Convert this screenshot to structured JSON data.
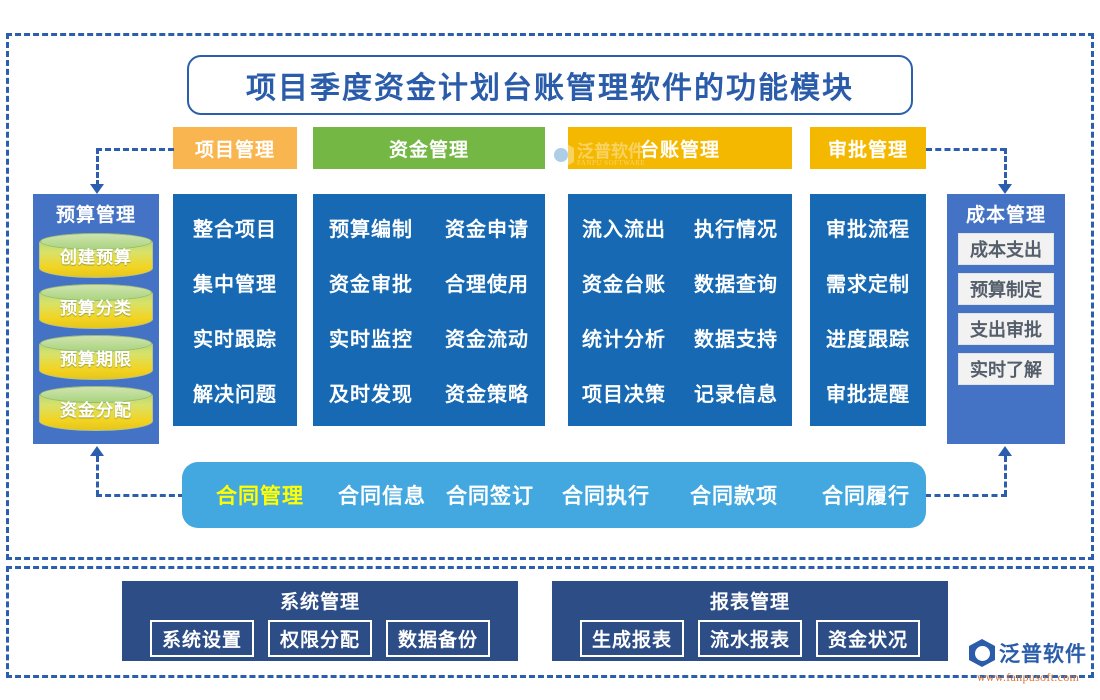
{
  "title": "项目季度资金计划台账管理软件的功能模块",
  "headers": [
    {
      "label": "项目管理",
      "color": "#f9b550"
    },
    {
      "label": "资金管理",
      "color": "#74b744"
    },
    {
      "label": "台账管理",
      "color": "#f5b800"
    },
    {
      "label": "审批管理",
      "color": "#f5b800"
    }
  ],
  "columns": [
    {
      "name": "项目管理",
      "rows": [
        [
          "整合项目"
        ],
        [
          "集中管理"
        ],
        [
          "实时跟踪"
        ],
        [
          "解决问题"
        ]
      ]
    },
    {
      "name": "资金管理",
      "rows": [
        [
          "预算编制",
          "资金申请"
        ],
        [
          "资金审批",
          "合理使用"
        ],
        [
          "实时监控",
          "资金流动"
        ],
        [
          "及时发现",
          "资金策略"
        ]
      ]
    },
    {
      "name": "台账管理",
      "rows": [
        [
          "流入流出",
          "执行情况"
        ],
        [
          "资金台账",
          "数据查询"
        ],
        [
          "统计分析",
          "数据支持"
        ],
        [
          "项目决策",
          "记录信息"
        ]
      ]
    },
    {
      "name": "审批管理",
      "rows": [
        [
          "审批流程"
        ],
        [
          "需求定制"
        ],
        [
          "进度跟踪"
        ],
        [
          "审批提醒"
        ]
      ]
    }
  ],
  "left_panel": {
    "title": "预算管理",
    "items": [
      "创建预算",
      "预算分类",
      "预算期限",
      "资金分配"
    ]
  },
  "right_panel": {
    "title": "成本管理",
    "items": [
      "成本支出",
      "预算制定",
      "支出审批",
      "实时了解"
    ]
  },
  "contract_bar": {
    "highlight": "合同管理",
    "items": [
      "合同信息",
      "合同签订",
      "合同执行",
      "合同款项",
      "合同履行"
    ]
  },
  "bottom": [
    {
      "title": "系统管理",
      "buttons": [
        "系统设置",
        "权限分配",
        "数据备份"
      ]
    },
    {
      "title": "报表管理",
      "buttons": [
        "生成报表",
        "流水报表",
        "资金状况"
      ]
    }
  ],
  "watermark": {
    "cn": "泛普软件",
    "en": "FANPU SOFTWARE"
  },
  "logo": {
    "cn": "泛普软件",
    "url": "www.fanpusoft.com"
  },
  "colors": {
    "accent_blue": "#2b5fad",
    "column_blue": "#1769b3",
    "panel_blue": "#4472c4",
    "contract_blue": "#44a8e0",
    "navy": "#2d4d87",
    "highlight_yellow": "#ffff00"
  }
}
